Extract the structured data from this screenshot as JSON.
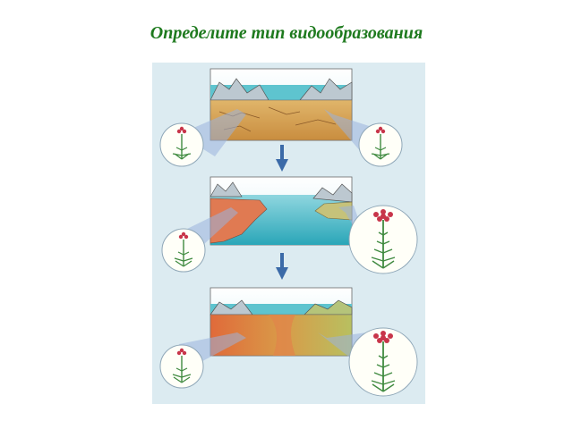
{
  "slide": {
    "title": "Определите тип видообразования",
    "colors": {
      "title": "#1e7a1e",
      "panel": "#dcebf1",
      "arrow": "#3b6aa8",
      "water": "#3bb8c6",
      "land": "#d9a14f",
      "flower": "#c8354a",
      "stem": "#3f8a3f"
    },
    "stages": [
      {
        "name": "stage-1-land-bridge"
      },
      {
        "name": "stage-2-sea-separation"
      },
      {
        "name": "stage-3-reconnected-land"
      }
    ],
    "icons": {
      "arrow": "down-arrow-icon",
      "plant": "flowering-plant-icon"
    }
  }
}
